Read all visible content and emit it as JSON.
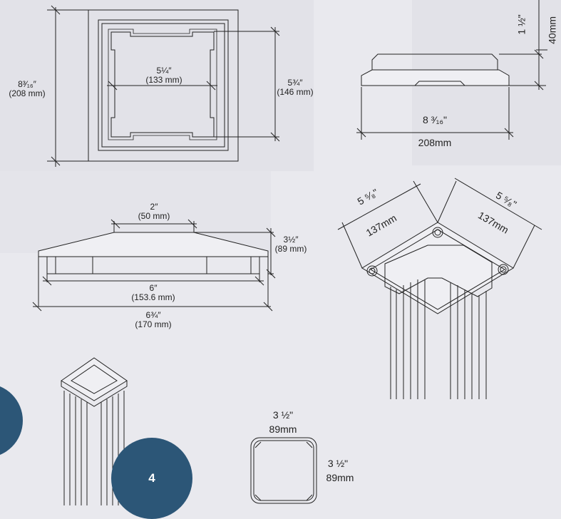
{
  "top_plan": {
    "outer_label_1": "8³⁄₁₆″",
    "outer_label_2": "(208 mm)",
    "inner_label_1": "5¼″",
    "inner_label_2": "(133 mm)",
    "right_label_1": "5¾″",
    "right_label_2": "(146 mm)"
  },
  "base_side": {
    "height_imperial": "1 ½\"",
    "height_metric": "40mm",
    "width_imperial": "8 ³⁄₁₆\"",
    "width_metric": "208mm"
  },
  "cap_profile": {
    "top_label_1": "2″",
    "top_label_2": "(50 mm)",
    "height_label_1": "3½″",
    "height_label_2": "(89 mm)",
    "inner_label_1": "6″",
    "inner_label_2": "(153.6 mm)",
    "outer_label_1": "6¾″",
    "outer_label_2": "(170 mm)"
  },
  "corner_iso": {
    "left_imperial": "5 ⁵⁄₈\"",
    "left_metric": "137mm",
    "right_imperial": "5 ⁵⁄₈\"",
    "right_metric": "137mm"
  },
  "section": {
    "top_imperial": "3 ½\"",
    "top_metric": "89mm",
    "side_imperial": "3 ½\"",
    "side_metric": "89mm"
  },
  "badge": {
    "number": "4"
  },
  "colors": {
    "badge": "#2c5677",
    "background": "#e9e9ee",
    "line": "#222222"
  }
}
